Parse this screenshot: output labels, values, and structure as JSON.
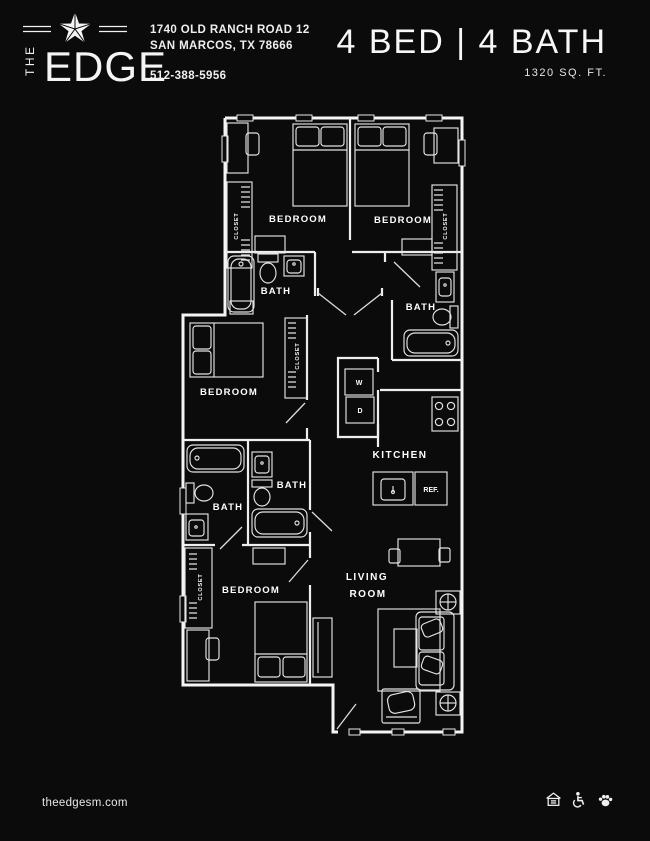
{
  "header": {
    "brand": {
      "the": "THE",
      "name": "EDGE",
      "star_icon": "star-icon"
    },
    "address_line1": "1740 OLD RANCH ROAD 12",
    "address_line2": "SAN MARCOS, TX 78666",
    "phone": "512-388-5956",
    "unit_title": "4 BED | 4 BATH",
    "unit_area": "1320 SQ. FT."
  },
  "plan": {
    "rooms": {
      "bedroom": "BEDROOM",
      "bath": "BATH",
      "kitchen": "KITCHEN",
      "living_line1": "LIVING",
      "living_line2": "ROOM",
      "closet": "CLOSET"
    },
    "appliances": {
      "washer": "W",
      "dryer": "D",
      "refrigerator": "REF."
    }
  },
  "footer": {
    "website": "theedgesm.com",
    "icons": [
      "equal-housing-icon",
      "accessibility-icon",
      "pet-friendly-icon"
    ]
  },
  "colors": {
    "background": "#0b0b0b",
    "line": "#ffffff"
  }
}
